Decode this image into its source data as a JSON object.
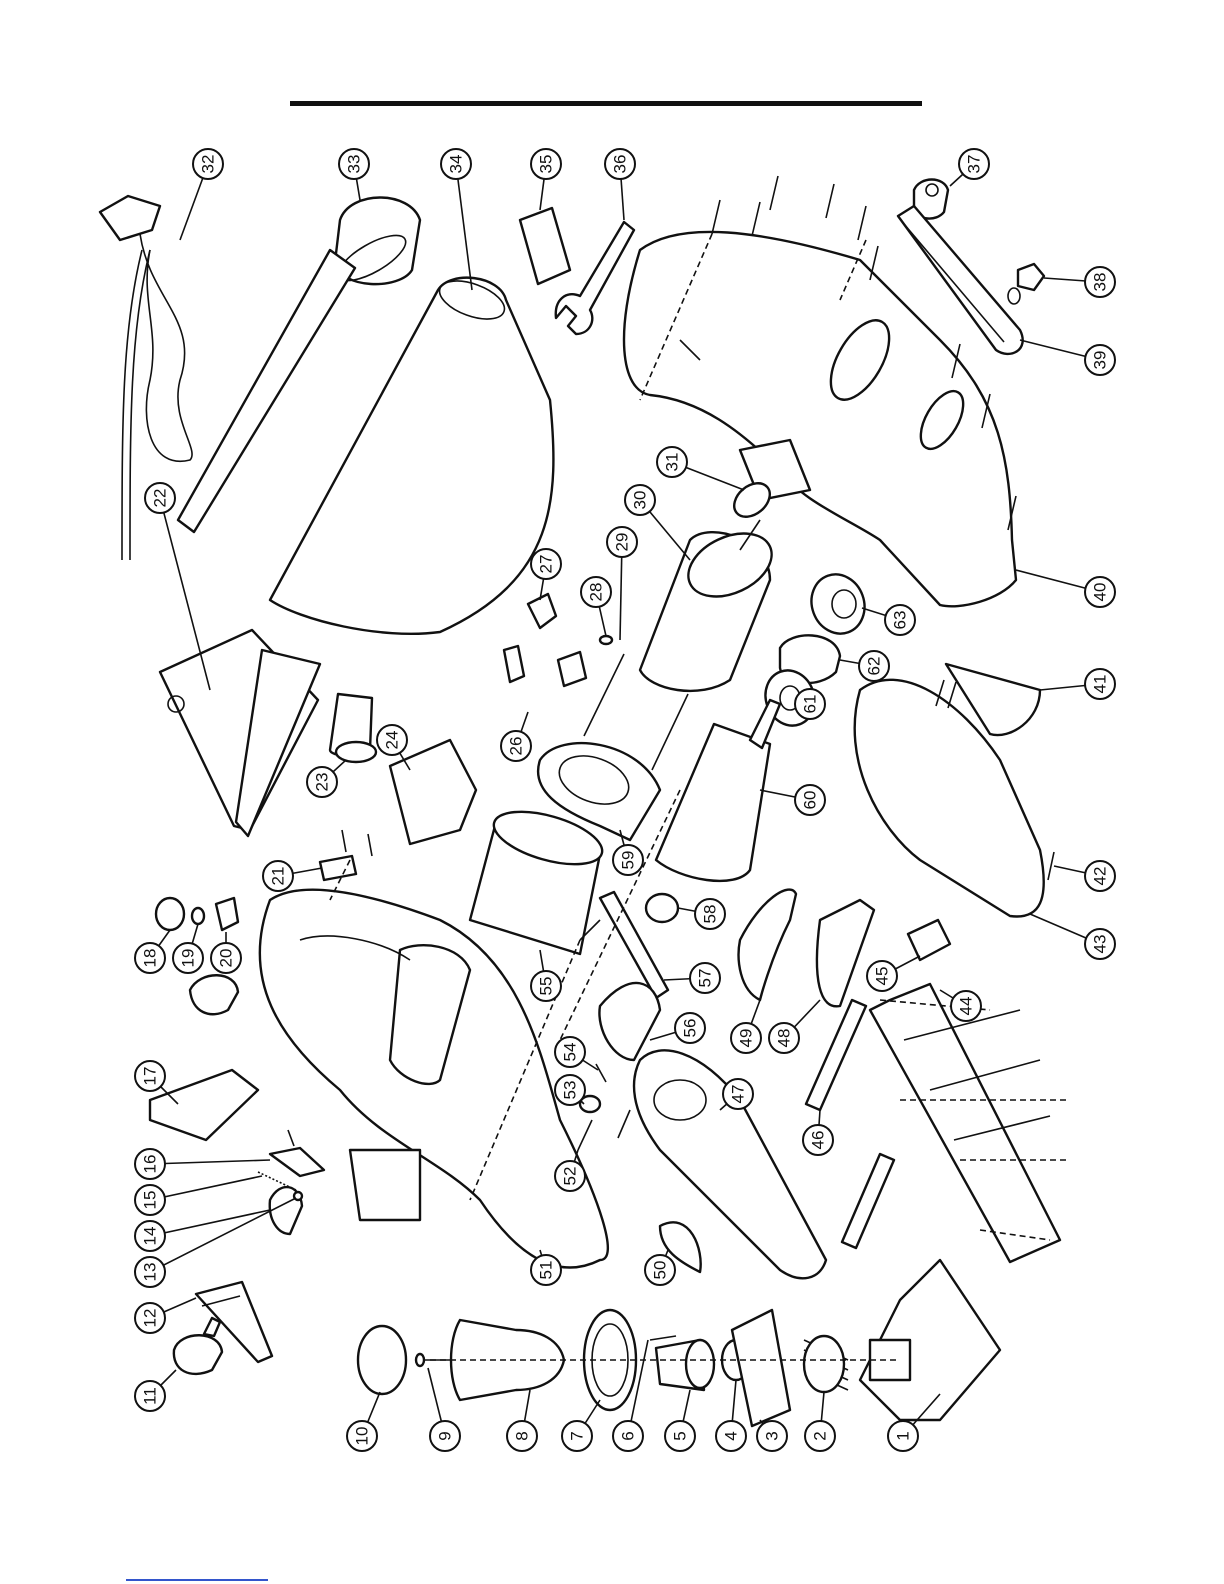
{
  "diagram": {
    "title": "",
    "parts": [
      {
        "id": "1"
      },
      {
        "id": "2"
      },
      {
        "id": "3"
      },
      {
        "id": "4"
      },
      {
        "id": "5"
      },
      {
        "id": "6"
      },
      {
        "id": "7"
      },
      {
        "id": "8"
      },
      {
        "id": "9"
      },
      {
        "id": "10"
      },
      {
        "id": "11"
      },
      {
        "id": "12"
      },
      {
        "id": "13"
      },
      {
        "id": "14"
      },
      {
        "id": "15"
      },
      {
        "id": "16"
      },
      {
        "id": "17"
      },
      {
        "id": "18"
      },
      {
        "id": "19"
      },
      {
        "id": "20"
      },
      {
        "id": "21"
      },
      {
        "id": "22"
      },
      {
        "id": "23"
      },
      {
        "id": "24"
      },
      {
        "id": "26"
      },
      {
        "id": "27"
      },
      {
        "id": "28"
      },
      {
        "id": "29"
      },
      {
        "id": "30"
      },
      {
        "id": "31"
      },
      {
        "id": "32"
      },
      {
        "id": "33"
      },
      {
        "id": "34"
      },
      {
        "id": "35"
      },
      {
        "id": "36"
      },
      {
        "id": "37"
      },
      {
        "id": "38"
      },
      {
        "id": "39"
      },
      {
        "id": "40"
      },
      {
        "id": "41"
      },
      {
        "id": "42"
      },
      {
        "id": "43"
      },
      {
        "id": "44"
      },
      {
        "id": "45"
      },
      {
        "id": "46"
      },
      {
        "id": "47"
      },
      {
        "id": "48"
      },
      {
        "id": "49"
      },
      {
        "id": "50"
      },
      {
        "id": "51"
      },
      {
        "id": "52"
      },
      {
        "id": "53"
      },
      {
        "id": "54"
      },
      {
        "id": "55"
      },
      {
        "id": "56"
      },
      {
        "id": "57"
      },
      {
        "id": "58"
      },
      {
        "id": "59"
      },
      {
        "id": "60"
      },
      {
        "id": "61"
      },
      {
        "id": "62"
      },
      {
        "id": "63"
      }
    ]
  },
  "colors": {
    "line": "#111111",
    "background": "#ffffff",
    "footer_link": "#3355cc"
  }
}
